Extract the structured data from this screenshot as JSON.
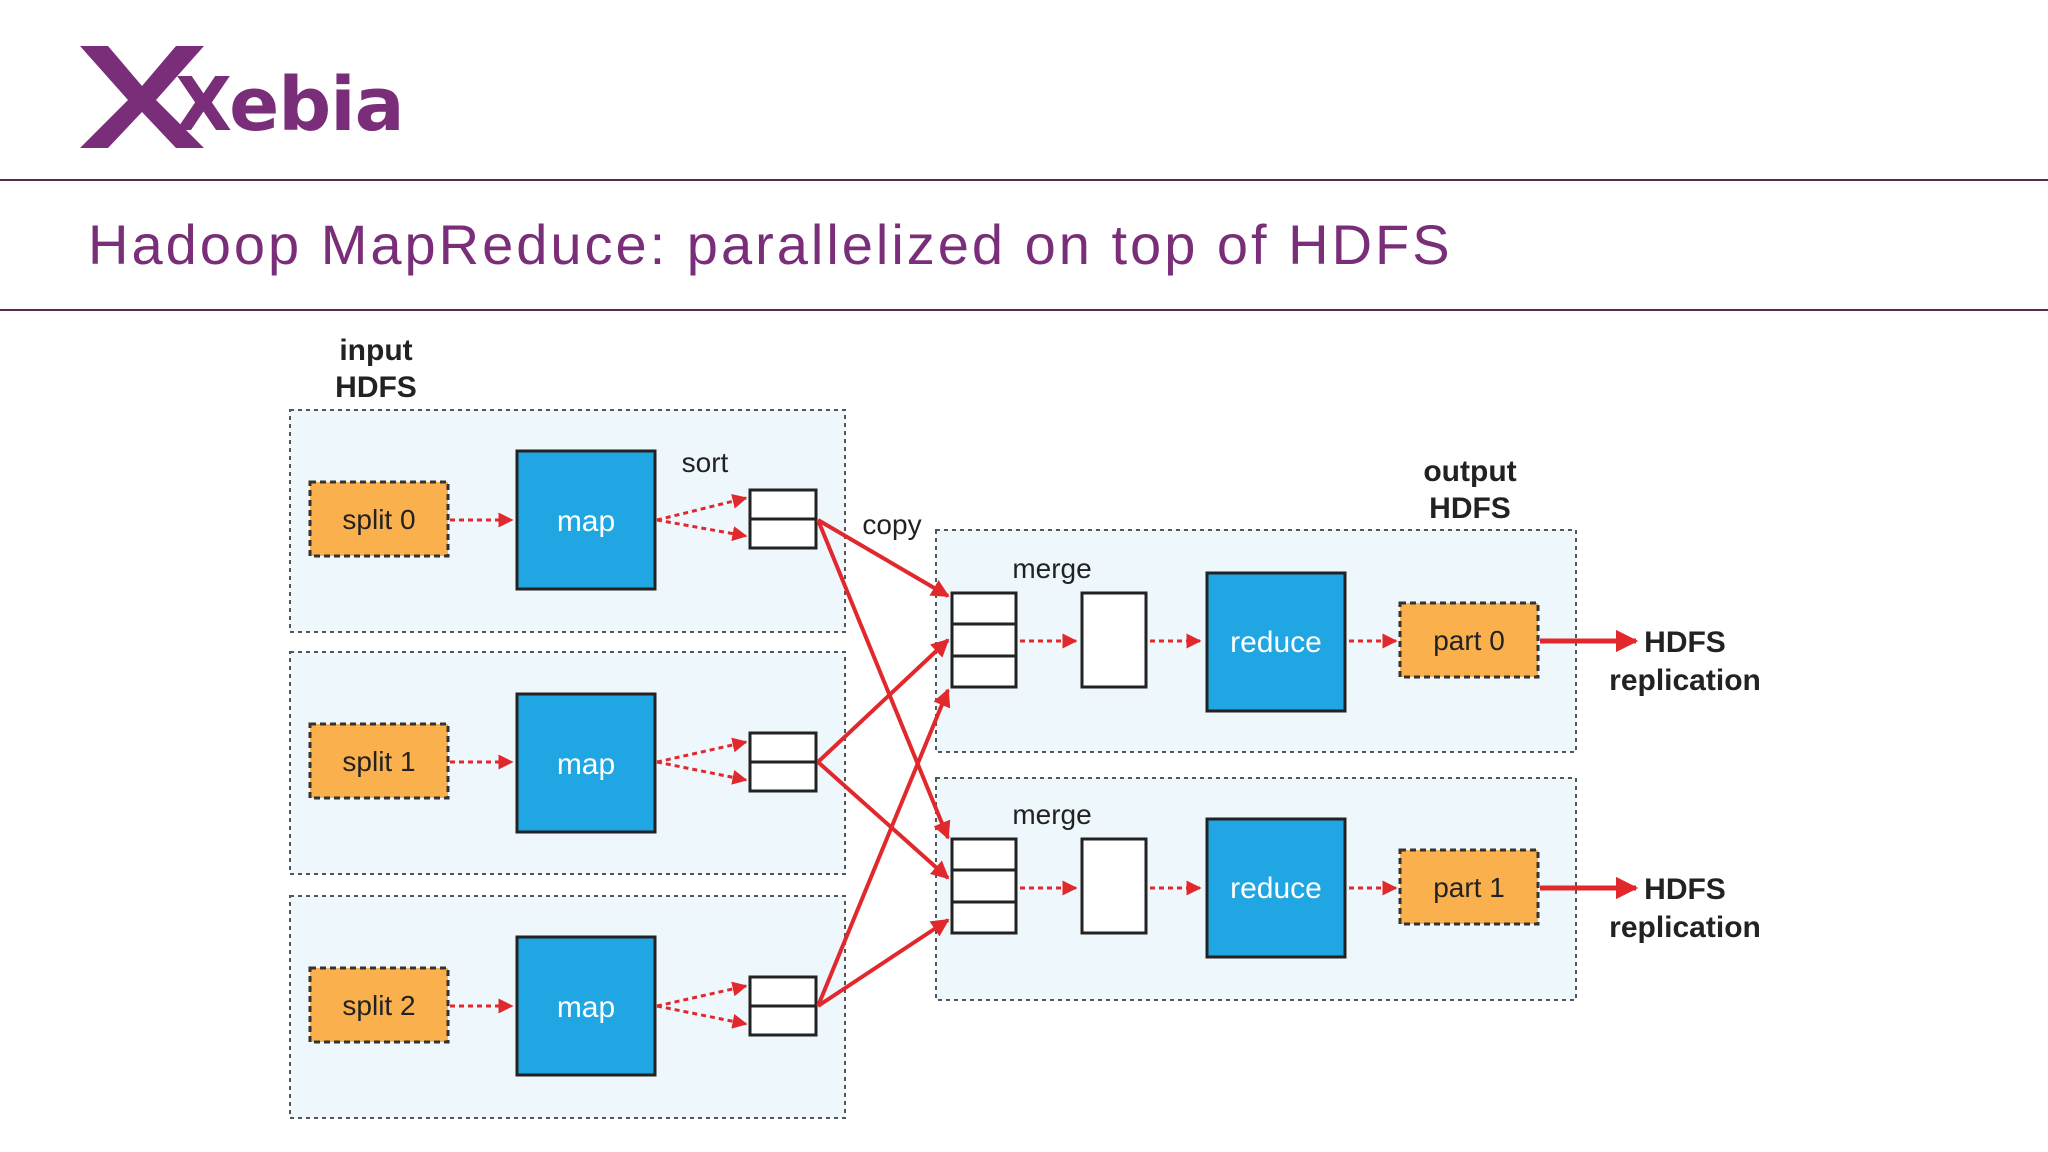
{
  "brand": {
    "logo_text": "Xebia",
    "logo_color": "#7a2d78"
  },
  "slide": {
    "title": "Hadoop MapReduce: parallelized on top of HDFS"
  },
  "diagram": {
    "input_label_line1": "input",
    "input_label_line2": "HDFS",
    "output_label_line1": "output",
    "output_label_line2": "HDFS",
    "sort_label": "sort",
    "copy_label": "copy",
    "splits": [
      "split 0",
      "split 1",
      "split 2"
    ],
    "map_label": "map",
    "merge_label": "merge",
    "reduce_label": "reduce",
    "parts": [
      "part 0",
      "part 1"
    ],
    "replication_line1": "HDFS",
    "replication_line2": "replication",
    "colors": {
      "split_fill": "#f9b04d",
      "task_fill": "#1fa6e3",
      "panel_fill": "#eef7fc",
      "arrow": "#e0282d",
      "title": "#7a2d78"
    }
  }
}
